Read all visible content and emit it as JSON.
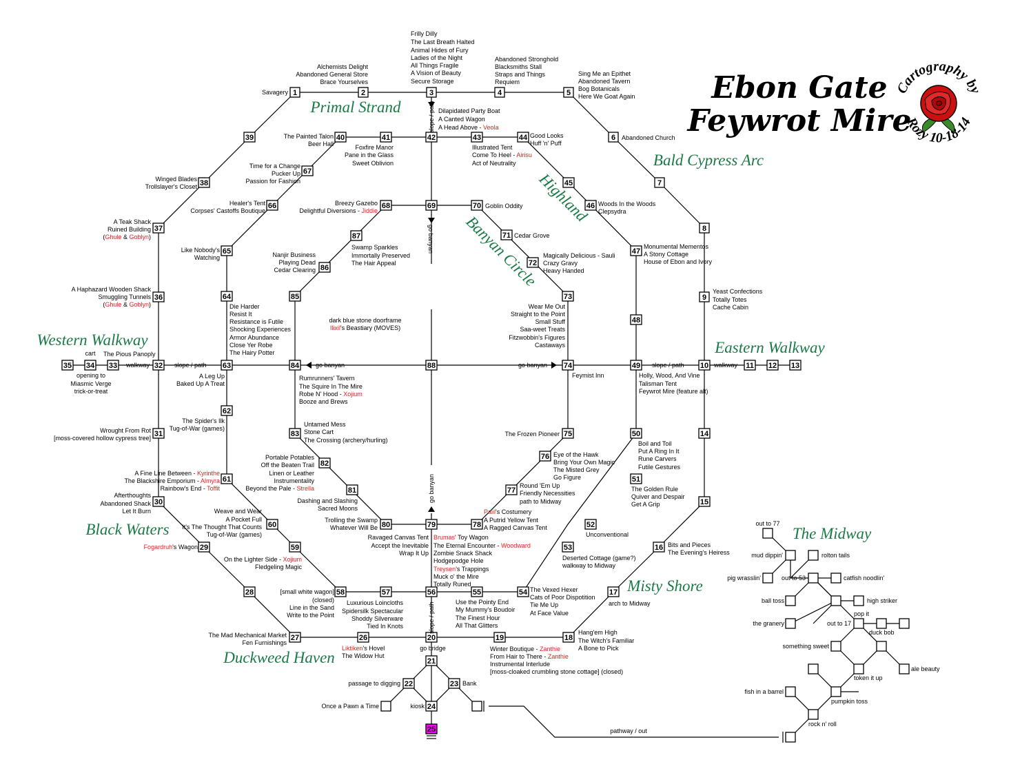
{
  "title": {
    "line1": "Ebon Gate",
    "line2": "Feywrot Mire"
  },
  "credit": {
    "top": "Cartography by",
    "bottom": "Rozy 10-18-14"
  },
  "colors": {
    "zone": "#1a7a45",
    "highlight": "#e02020",
    "marker": "#ff00ff",
    "rose": "#cc1010"
  },
  "zones": {
    "primal_strand": "Primal Strand",
    "bald_cypress_arc": "Bald Cypress Arc",
    "highland": "Highland",
    "banyan_circle": "Banyan Circle",
    "western_walkway": "Western Walkway",
    "eastern_walkway": "Eastern Walkway",
    "black_waters": "Black Waters",
    "duckweed_haven": "Duckweed Haven",
    "misty_shore": "Misty Shore",
    "the_midway": "The Midway"
  },
  "nodes": {
    "n1": "1",
    "n2": "2",
    "n3": "3",
    "n4": "4",
    "n5": "5",
    "n6": "6",
    "n7": "7",
    "n8": "8",
    "n9": "9",
    "n10": "10",
    "n11": "11",
    "n12": "12",
    "n13": "13",
    "n14": "14",
    "n15": "15",
    "n16": "16",
    "n17": "17",
    "n18": "18",
    "n19": "19",
    "n20": "20",
    "n21": "21",
    "n22": "22",
    "n23": "23",
    "n24": "24",
    "n25": "25",
    "n26": "26",
    "n27": "27",
    "n28": "28",
    "n29": "29",
    "n30": "30",
    "n31": "31",
    "n32": "32",
    "n33": "33",
    "n34": "34",
    "n35": "35",
    "n36": "36",
    "n37": "37",
    "n38": "38",
    "n39": "39",
    "n40": "40",
    "n41": "41",
    "n42": "42",
    "n43": "43",
    "n44": "44",
    "n45": "45",
    "n46": "46",
    "n47": "47",
    "n48": "48",
    "n49": "49",
    "n50": "50",
    "n51": "51",
    "n52": "52",
    "n53": "53",
    "n54": "54",
    "n55": "55",
    "n56": "56",
    "n57": "57",
    "n58": "58",
    "n59": "59",
    "n60": "60",
    "n61": "61",
    "n62": "62",
    "n63": "63",
    "n64": "64",
    "n65": "65",
    "n66": "66",
    "n67": "67",
    "n68": "68",
    "n69": "69",
    "n70": "70",
    "n71": "71",
    "n72": "72",
    "n73": "73",
    "n74": "74",
    "n75": "75",
    "n76": "76",
    "n77": "77",
    "n78": "78",
    "n79": "79",
    "n80": "80",
    "n81": "81",
    "n82": "82",
    "n83": "83",
    "n84": "84",
    "n85": "85",
    "n86": "86",
    "n87": "87",
    "n88": "88"
  },
  "labels": {
    "l1": "Savagery",
    "l2a": "Alchemists Delight",
    "l2b": "Abandoned General Store",
    "l2c": "Brace Yourselves",
    "l3a": "Frilly Dilly",
    "l3b": "The Last Breath Halted",
    "l3c": "Animal Hides of Fury",
    "l3d": "Ladies of the Night",
    "l3e": "All Things Fragile",
    "l3f": "A Vision of Beauty",
    "l3g": "Secure Storage",
    "l4a": "Abandoned Stronghold",
    "l4b": "Blacksmiths Stall",
    "l4c": "Straps and Things",
    "l4d": "Requiem",
    "l5a": "Sing Me an Epithet",
    "l5b": "Abandoned Tavern",
    "l5c": "Bog Botanicals",
    "l5d": "Here We Goat Again",
    "l6": "Abandoned Church",
    "l42a": "Dilapidated Party Boat",
    "l42b": "A Canted Wagon",
    "l42c": "A Head Above - ",
    "l42c_name": "Veola",
    "l40a": "The Painted Talon",
    "l40b": "Beer Hall",
    "l41a": "Foxfire Manor",
    "l41b": "Pane in the Glass",
    "l41c": "Sweet Oblivion",
    "l43a": "Illustrated Tent",
    "l43b": "Come To Heel - ",
    "l43b_name": "Airisu",
    "l43c": "Act of Neutrality",
    "l44a": "Good Looks",
    "l44b": "Huff 'n' Puff",
    "l67a": "Time for a Change",
    "l67b": "Pucker Up",
    "l67c": "Passion for Fashion",
    "l38a": "Winged Blades",
    "l38b": "Trollslayer's Closet",
    "l66a": "Healer's Tent",
    "l66b": "Corpses' Castoffs Boutique",
    "l68a": "Breezy Gazebo",
    "l68b": "Delightful Diversions - ",
    "l68b_name": "Jiddie",
    "l70": "Goblin Oddity",
    "l46a": "Woods In the Woods",
    "l46b": "Clepsydra",
    "l37a": "A Teak Shack",
    "l37b": "Ruined Building",
    "l37c_open": "(",
    "l37c_n1": "Ghule",
    "l37c_amp": " & ",
    "l37c_n2": "Goblyn",
    "l37c_close": ")",
    "l71": "Cedar Grove",
    "l87a": "Swamp Sparkles",
    "l87b": "Immortally Preserved",
    "l87c": "The Hair Appeal",
    "l86a": "Nanjir Business",
    "l86b": "Playing Dead",
    "l86c": "Cedar Clearing",
    "l65a": "Like Nobody's",
    "l65b": "Watching",
    "l72a": "Magically Delicious - Sauli",
    "l72b": "Crazy Gravy",
    "l72c": "Heavy Handed",
    "l47a": "Monumental Mementos",
    "l47b": "A Stony Cottage",
    "l47c": "House of Ebon and Ivory",
    "l36a": "A Haphazard Wooden Shack",
    "l36b": "Smuggling Tunnels",
    "l36c_open": "(",
    "l36c_n1": "Ghule",
    "l36c_amp": " & ",
    "l36c_n2": "Goblyn",
    "l36c_close": ")",
    "l9a": "Yeast Confections",
    "l9b": "Totally Totes",
    "l9c": "Cache Cabin",
    "l64a": "Die Harder",
    "l64b": "Resist It",
    "l64c": "Resistance is Futile",
    "l64d": "Shocking Experiences",
    "l64e": "Armor Abundance",
    "l64f": "Close Yer Robe",
    "l64g": "The Hairy Potter",
    "l73a": "Wear Me Out",
    "l73b": "Straight to the Point",
    "l73c": "Small Stuff",
    "l73d": "Saa-weet Treats",
    "l73e": "Fitzwobbin's Figures",
    "l73f": "Castaways",
    "l88a": "dark blue stone doorframe",
    "l88b_name": "Ilixil",
    "l88b": "'s Beastiary (MOVES)",
    "l34": "cart",
    "l33": "The Pious Panoply",
    "walkway_w": "walkway",
    "slope_w": "slope / path",
    "go_banyan_w": "go banyan",
    "go_banyan_e": "go banyan",
    "slope_e": "slope / path",
    "walkway_e": "walkway",
    "l33b": "opening to",
    "l33c": "Miasmic Verge",
    "l33d": "trick-or-treat",
    "l62a": "A Leg Up",
    "l62b": "Baked Up A Treat",
    "l84a": "Rumrunners' Tavern",
    "l84b": "The Squire In The Mire",
    "l84c": "Robe N' Hood - ",
    "l84c_name": "Xojium",
    "l84d": "Booze and Brews",
    "l74": "Feymist Inn",
    "l49a": "Holly, Wood, And Vine",
    "l49b": "Talisman Tent",
    "l49c": "Feywrot Mire (feature alt)",
    "l62c": "The Spider's Ilk",
    "l62d": "Tug-of-War (games)",
    "l31a": "Wrought From Rot",
    "l31b": "[moss-covered hollow cypress tree]",
    "l83a": "Untamed Mess",
    "l83b": "Stone Cart",
    "l83c": "The Crossing (archery/hurling)",
    "l75": "The Frozen Pioneer",
    "l50a": "Boil and Toil",
    "l50b": "Put A Ring In It",
    "l50c": "Rune Carvers",
    "l50d": "Futile Gestures",
    "l82a": "Portable Potables",
    "l82b": "Off the Beaten Trail",
    "l82c": "Linen or Leather",
    "l82d": "Instrumentality",
    "l82e": "Beyond the Pale - ",
    "l82e_name": "Strella",
    "l76a": "Eye of the Hawk",
    "l76b": "Bring Your Own Magic",
    "l76c": "The Misted Grey",
    "l76d": "Go Figure",
    "l61a": "A Fine Line Between - ",
    "l61a_name": "Kyrinthe",
    "l61b": "The Blackshire Emporium - ",
    "l61b_name": "Almyra",
    "l61c": "Rainbow's End - ",
    "l61c_name": "Toffit",
    "l51a": "The Golden Rule",
    "l51b": "Quiver and Despair",
    "l51c": "Get A Grip",
    "l30a": "Afterthoughts",
    "l30b": "Abandoned Shack",
    "l30c": "Let It Burn",
    "l77a": "Round 'Em Up",
    "l77b": "Friendly Necessities",
    "l77c": "path to Midway",
    "l81a": "Dashing and Slashing",
    "l81b": "Sacred Moons",
    "l60a": "Weave and Wear",
    "l60b": "A Pocket Full",
    "l60c": "It's The Thought That Counts",
    "l60d": "Tug-of-War (games)",
    "l78a_name": "Paiil",
    "l78a": "'s Costumery",
    "l78b": "A Putrid Yellow Tent",
    "l78c": "A Ragged Canvas Tent",
    "l80a": "Trolling the Swamp",
    "l80b": "Whatever Will Be",
    "l52": "Unconventional",
    "l79a": "Ravaged Canvas Tent",
    "l79b": "Accept the Inevitable",
    "l79c": "Wrap It Up",
    "l56a_name": "Brumas",
    "l56a": "' Toy Wagon",
    "l56b": "The Eternal Encounter - ",
    "l56b_name": "Woodward",
    "l56c": "Zombie Snack Shack",
    "l56d": "Hodgepodge Hole",
    "l56e_name": "Treysen",
    "l56e": "'s Trappings",
    "l56f": "Muck o' the Mire",
    "l56g": "Totally Runed",
    "l29_name": "Fogardruh",
    "l29": "'s Wagon",
    "l59a": "On the Lighter Side - ",
    "l59a_name": "Xojium",
    "l59b": "Fledgeling Magic",
    "l53a": "Deserted Cottage (game?)",
    "l53b": "walkway to Midway",
    "l16a": "Bits and Pieces",
    "l16b": "The Evening's Heiress",
    "l58a": "[small white wagon]",
    "l58b": "(closed)",
    "l58c": "Line in the Sand",
    "l58d": "Write to the Point",
    "l57a": "Luxurious Loincloths",
    "l57b": "Spidersilk Spectacular",
    "l57c": "Shoddy Silverware",
    "l57d": "Tied In Knots",
    "l54a": "The Vexed Hexer",
    "l54b": "Cats of Poor Dispotition",
    "l54c": "Tie Me Up",
    "l54d": "At Face Value",
    "l55a": "Use the Pointy End",
    "l55b": "My Mummy's Boudoir",
    "l55c": "The Finest Hour",
    "l55d": "All That Glitters",
    "l17": "arch to Midway",
    "l27a": "The Mad Mechanical Market",
    "l27b": "Fen Furnishings",
    "l26a_name": "Liktiken",
    "l26a": "'s Hovel",
    "l26b": "The Widow Hut",
    "l18a": "Hang'em High",
    "l18b": "The Witch's Familiar",
    "l18c": "A Bone to Pick",
    "l19a": "Winter Boutique - ",
    "l19a_name": "Zanthie",
    "l19b": "From Hair to There - ",
    "l19b_name": "Zanthie",
    "l19c": "Instrumental Interlude",
    "l19d": "[moss-cloaked crumbling stone cottage] (closed)",
    "go_bridge": "go bridge",
    "l22": "passage to digging",
    "l23": "Bank",
    "pawn": "Once a Pawn a Time",
    "kiosk": "kiosk",
    "pathway_out": "pathway / out",
    "slope_n": "slope / path",
    "go_banyan_n": "go banyan",
    "go_banyan_s": "go banyan",
    "slope_s": "slope / path"
  },
  "midway": {
    "out_to_77": "out to 77",
    "mud": "mud dippin'",
    "rolton": "rolton tails",
    "pig": "pig wrasslin'",
    "out_to_53": "out to 53",
    "catfish": "catfish noodlin'",
    "ball": "ball toss",
    "high": "high striker",
    "pop": "pop it",
    "granery": "the granery",
    "out_to_17": "out to 17",
    "duck": "duck bob",
    "sweet": "something sweet",
    "ale": "ale beauty",
    "token": "token it up",
    "fish": "fish in a barrel",
    "pumpkin": "pumpkin toss",
    "rock": "rock n' roll"
  }
}
